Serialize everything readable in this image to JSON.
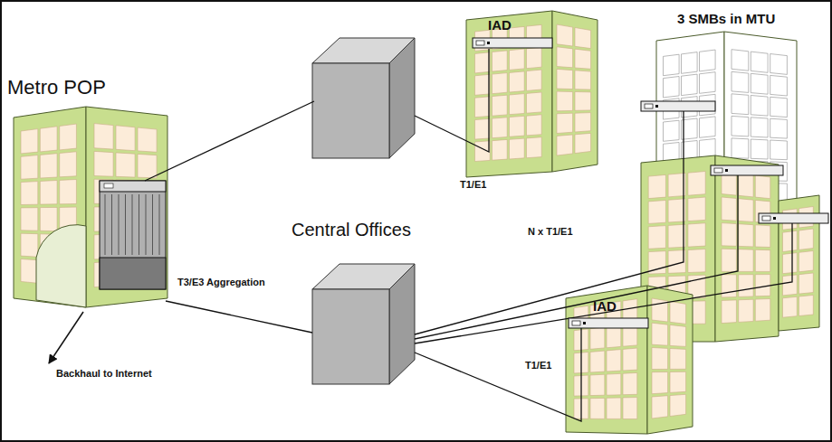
{
  "diagram": {
    "nodes": [
      {
        "text": [
          "Metro POP"
        ]
      },
      {
        "text": [
          "IAD"
        ]
      },
      {
        "text": [
          "3 SMBs in MTU"
        ]
      },
      {
        "text": [
          "IAD"
        ]
      }
    ],
    "labels": [
      "Central Offices",
      "T3/E3 Aggregation",
      "T1/E1",
      "N x T1/E1",
      "T1/E1",
      "Backhaul to Internet"
    ]
  }
}
